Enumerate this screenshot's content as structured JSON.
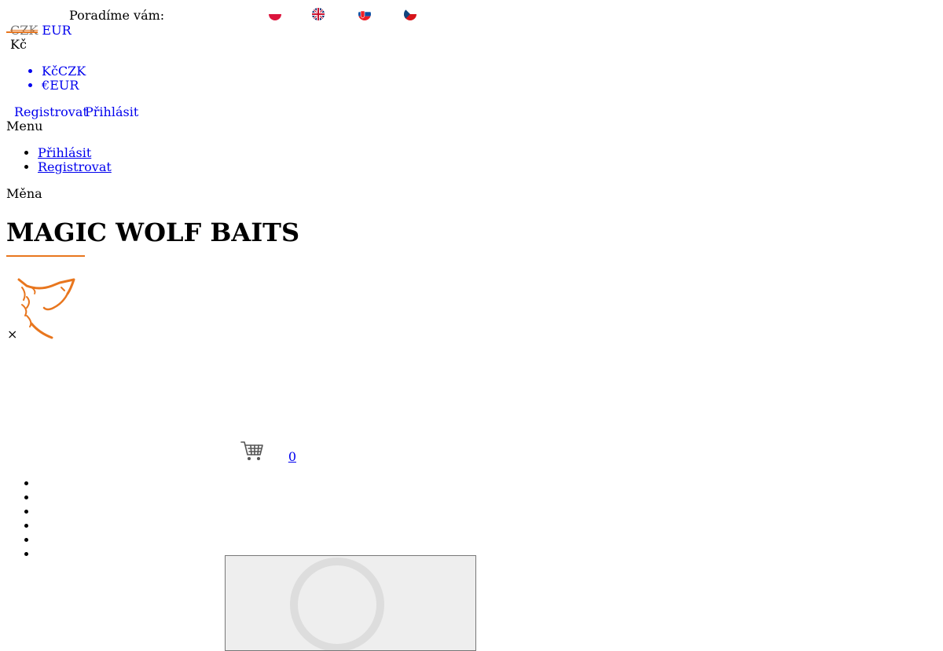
{
  "topbar": {
    "advise_label": "Poradíme vám:",
    "flags": [
      "pl-flag-icon",
      "gb-flag-icon",
      "sk-flag-icon",
      "cz-flag-icon"
    ]
  },
  "currency_switch": {
    "current": "CZK",
    "other": "EUR",
    "symbol": "Kč",
    "options": [
      {
        "symbol": "Kč",
        "code": "CZK"
      },
      {
        "symbol": "€",
        "code": "EUR"
      }
    ],
    "label": "Měna"
  },
  "account": {
    "register": "Registrovat",
    "login": "Přihlásit",
    "menu": "Menu",
    "menu_items": [
      "Přihlásit",
      "Registrovat"
    ]
  },
  "brand": {
    "title": "MAGIC WOLF BAITS",
    "accent_color": "#e8761e"
  },
  "close": "×",
  "cart": {
    "count": "0",
    "icon": "cart-icon"
  }
}
